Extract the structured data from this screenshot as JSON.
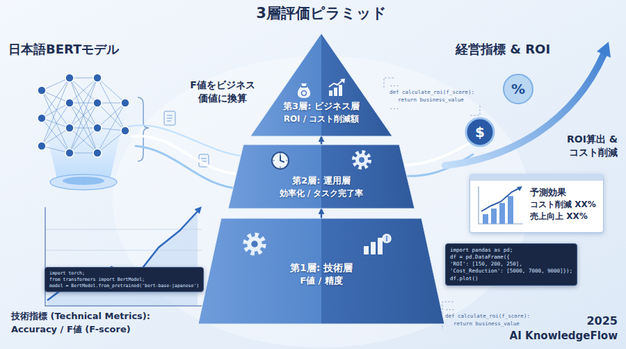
{
  "diagram": {
    "title": "3層評価ピラミッド",
    "nodes": [
      {
        "text": [
          "第3層: ビジネス層",
          "ROI / コスト削減額"
        ]
      },
      {
        "text": [
          "第2層: 運用層",
          "効率化 / タスク完了率"
        ]
      },
      {
        "text": [
          "第1層: 技術層",
          "F値 / 精度"
        ]
      },
      {
        "text": [
          "import torch;",
          "from transformers import BertModel;",
          "model = BertModel.from_pretrained('bert-base-japanese')"
        ]
      },
      {
        "text": [
          "予測効果",
          "コスト削減 XX%",
          "売上向上 XX%"
        ]
      },
      {
        "text": [
          "import pandas as pd;",
          "df = pd.DataFrame({",
          "'ROI': [150, 200, 250],",
          "'Cost_Reduction': [5000, 7000, 9000]});",
          "df.plot()"
        ]
      }
    ],
    "edges": [
      {
        "from": 2,
        "to": 1,
        "arrow": "to"
      },
      {
        "from": 1,
        "to": 0,
        "arrow": "to"
      }
    ],
    "labels": [
      "日本語BERTモデル",
      "F値をビジネス",
      "価値に換算",
      "経営指標 & ROI",
      "ROI算出 &",
      "コスト削減",
      "技術指標 (Technical Metrics):",
      "Accuracy / F値 (F-score)",
      "...",
      "def calculate_roi(f_score):",
      "return business_value",
      "...",
      "...",
      "def calculate_roi(f_score):",
      "return business_value",
      "2025",
      "AI KnowledgeFlow",
      "%",
      "$"
    ]
  }
}
